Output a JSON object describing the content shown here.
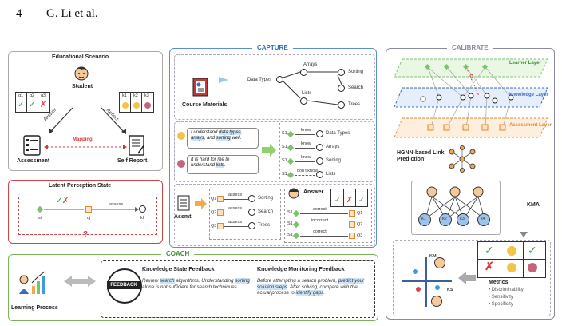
{
  "header": {
    "page_number": "4",
    "authors": "G. Li et al."
  },
  "scenario": {
    "title": "Educational Scenario",
    "student": "Student",
    "answer": "Answer",
    "reflect": "Reflect",
    "mapping": "Mapping",
    "assessment": "Assessment",
    "self_report": "Self Report",
    "q_labels": [
      "q1",
      "q2",
      "q3"
    ],
    "k_labels": [
      "k1",
      "k2",
      "k3"
    ]
  },
  "latent": {
    "title": "Latent Perception State",
    "s_label": "si",
    "q_label": "qj",
    "k_label": "kl",
    "assess": "assess",
    "question_mark": "?"
  },
  "capture": {
    "title": "CAPTURE",
    "course_materials": "Course Materials",
    "tree": [
      "Data Types",
      "Arrays",
      "Lists",
      "Sorting",
      "Search",
      "Trees"
    ],
    "bubble1_parts": [
      "I understand ",
      "data types",
      ", ",
      "arrays",
      ", and ",
      "sorting",
      " well."
    ],
    "bubble2_parts": [
      "It is hard for me to understand ",
      "lists",
      "."
    ],
    "report_rows": [
      {
        "s": "S1",
        "rel": "know",
        "k": "Data Types"
      },
      {
        "s": "S1",
        "rel": "know",
        "k": "Arrays"
      },
      {
        "s": "S1",
        "rel": "know",
        "k": "Sorting"
      },
      {
        "s": "S1",
        "rel": "don't know",
        "k": "Lists"
      }
    ],
    "assmt": "Assmt.",
    "assess_rows": [
      {
        "q": "Q1",
        "rel": "assess",
        "k": "Sorting"
      },
      {
        "q": "Q2",
        "rel": "assess",
        "k": "Search"
      },
      {
        "q": "Q3",
        "rel": "assess",
        "k": "Trees"
      }
    ],
    "answer_label": "Answer",
    "answer_rows": [
      {
        "s": "S1",
        "rel": "correct",
        "q": "Q1"
      },
      {
        "s": "S1",
        "rel": "incorrect",
        "q": "Q2"
      },
      {
        "s": "S1",
        "rel": "correct",
        "q": "Q3"
      }
    ]
  },
  "calibrate": {
    "title": "CALIBRATE",
    "learner_layer": "Learner Layer",
    "knowledge_layer": "knowledge Layer",
    "assessment_layer": "Assessment Layer",
    "hgnn": "HGNN-based Link Prediction",
    "kma": "KMA",
    "k_nodes": [
      "k1",
      "k2",
      "k3",
      "k4"
    ],
    "km": "KM",
    "ks": "KS",
    "metrics_title": "Metrics",
    "metrics": [
      "Discriminability",
      "Sensitivity",
      "Specificity"
    ]
  },
  "coach": {
    "title": "COACH",
    "learning_process": "Learning Process",
    "badge": "FEEDBACK",
    "ks_title": "Knowledge State Feedback",
    "ks_parts": [
      "Review ",
      "search",
      " algorithms. Understanding ",
      "sorting",
      " alone is not sufficient for search techniques."
    ],
    "km_title": "Knowledge Monitoring Feedback",
    "km_parts": [
      "Before attempting a search problem, ",
      "predict your solution steps",
      ". After solving, compare with the actual process to ",
      "identify gaps",
      "."
    ]
  },
  "colors": {
    "capture_border": "#5a8fd0",
    "calibrate_border": "#8a8aa0",
    "coach_border": "#78b35a",
    "latent_border": "#cc4444",
    "highlight": "#cfe3f7",
    "orange": "#e08a2d",
    "green": "#7ac26b"
  }
}
